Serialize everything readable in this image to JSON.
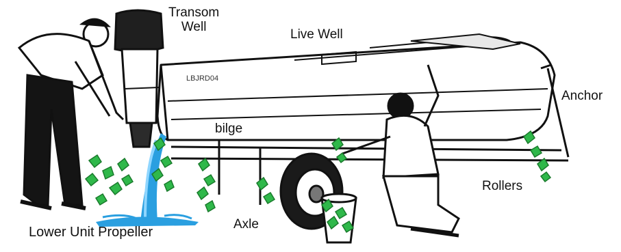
{
  "labels": {
    "transom_well_line1": "Transom",
    "transom_well_line2": "Well",
    "live_well": "Live Well",
    "anchor": "Anchor",
    "bilge": "bilge",
    "rollers": "Rollers",
    "axle": "Axle",
    "lower_unit_propeller": "Lower Unit Propeller"
  },
  "hull_registration": "LBJRD04",
  "colors": {
    "ink": "#111111",
    "weed_green": "#2fb84a",
    "water_blue": "#2a9fe0",
    "water_light": "#8fd6ff"
  }
}
